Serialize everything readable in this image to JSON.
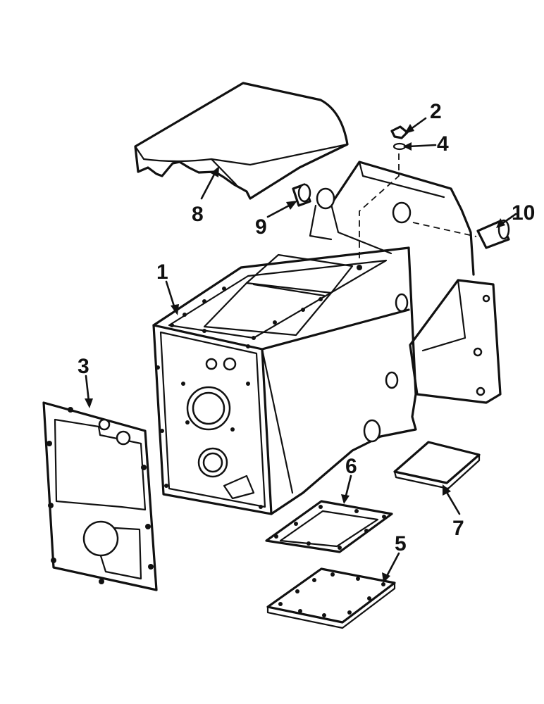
{
  "callouts": {
    "housing": "1",
    "plug": "2",
    "front_gasket": "3",
    "washer": "4",
    "bottom_cover": "5",
    "bottom_gasket": "6",
    "side_cover": "7",
    "top_cover": "8",
    "left_bushing": "9",
    "right_pin": "10"
  },
  "colors": {
    "line": "#111111",
    "background": "#ffffff"
  }
}
